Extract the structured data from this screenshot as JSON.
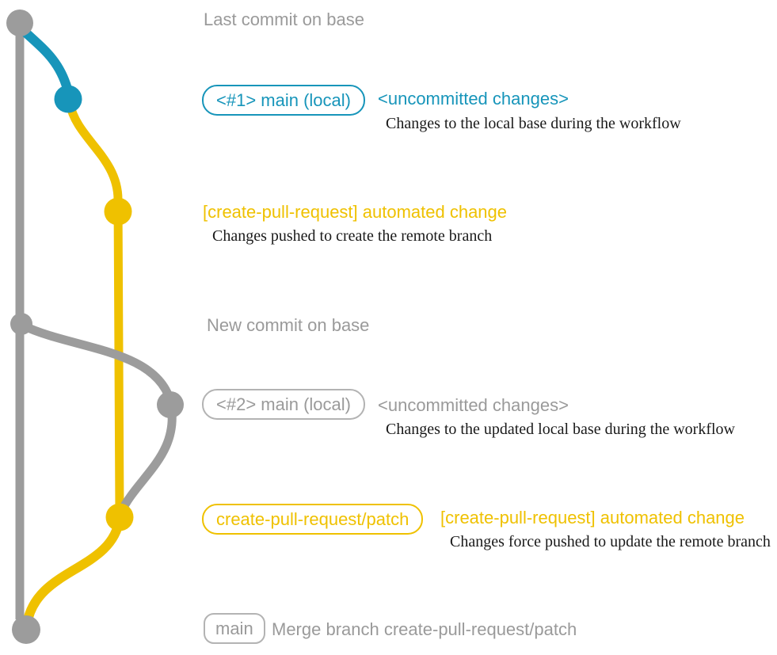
{
  "colors": {
    "gray": "#9c9c9c",
    "gray_text": "#9a9a9a",
    "border_gray": "#b3b3b3",
    "blue": "#1795ba",
    "yellow": "#efc100",
    "black": "#1a1a1a",
    "bg": "#ffffff"
  },
  "labels": {
    "last_commit": "Last commit on base",
    "new_commit": "New commit on base"
  },
  "rows": {
    "row1": {
      "badge": "<#1> main (local)",
      "title": "<uncommitted changes>",
      "description": "Changes to the local base during the workflow"
    },
    "row2": {
      "title": "[create-pull-request] automated change",
      "description": "Changes pushed to create the remote branch"
    },
    "row3": {
      "badge": "<#2> main (local)",
      "title": "<uncommitted changes>",
      "description": "Changes to the updated local base during the workflow"
    },
    "row4": {
      "badge": "create-pull-request/patch",
      "title": "[create-pull-request] automated change",
      "description": "Changes force pushed to update the remote branch"
    },
    "row5": {
      "badge": "main",
      "title": "Merge branch create-pull-request/patch"
    }
  },
  "graph": {
    "branches": [
      {
        "name": "base",
        "color": "gray"
      },
      {
        "name": "main-local",
        "color": "blue"
      },
      {
        "name": "create-pull-request-patch",
        "color": "yellow"
      },
      {
        "name": "main-local-rebased",
        "color": "gray"
      }
    ],
    "commits": [
      {
        "id": "last-commit-on-base",
        "color": "gray"
      },
      {
        "id": "uncommitted-changes-1",
        "color": "blue"
      },
      {
        "id": "automated-change-1",
        "color": "yellow"
      },
      {
        "id": "new-commit-on-base",
        "color": "gray"
      },
      {
        "id": "uncommitted-changes-2",
        "color": "gray"
      },
      {
        "id": "automated-change-2",
        "color": "yellow"
      },
      {
        "id": "merge-commit",
        "color": "gray"
      }
    ]
  }
}
